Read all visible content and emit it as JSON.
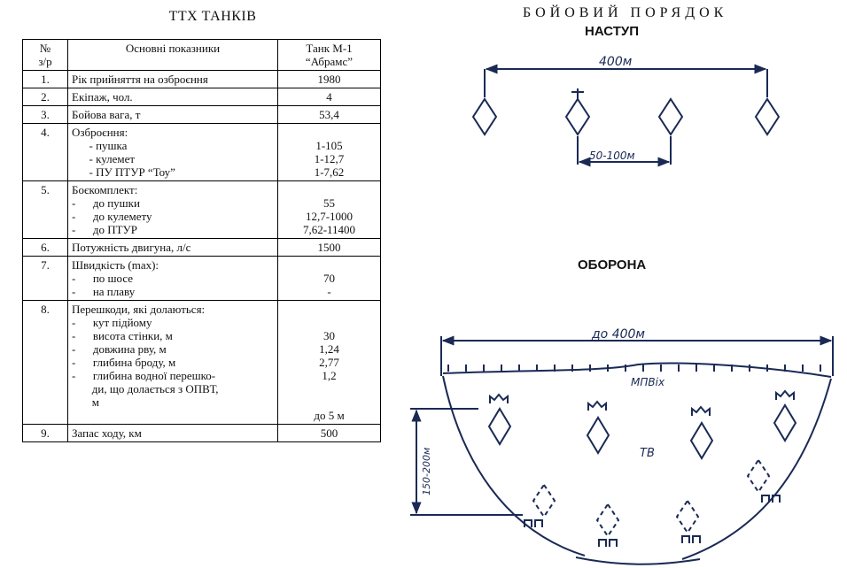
{
  "table_title": "ТТХ ТАНКІВ",
  "table": {
    "header": {
      "num": [
        "№",
        "з/р"
      ],
      "param": "Основні показники",
      "value": [
        "Танк М-1",
        "“Абрамс”"
      ]
    },
    "rows": [
      {
        "num": "1.",
        "params": [
          "Рік прийняття на озброєння"
        ],
        "values": [
          "1980"
        ]
      },
      {
        "num": "2.",
        "params": [
          "Екіпаж, чол."
        ],
        "values": [
          "4"
        ]
      },
      {
        "num": "3.",
        "params": [
          "Бойова вага, т"
        ],
        "values": [
          "53,4"
        ]
      },
      {
        "num": "4.",
        "params": [
          "Озброєння:",
          "      - пушка",
          "      - кулемет",
          "      - ПУ ПТУР “Тоу”"
        ],
        "values": [
          "",
          "1-105",
          "1-12,7",
          "1-7,62"
        ]
      },
      {
        "num": "5.",
        "params": [
          "Боєкомплект:",
          "-      до пушки",
          "-      до кулемету",
          "-      до ПТУР"
        ],
        "values": [
          "",
          "55",
          "12,7-1000",
          "7,62-11400"
        ]
      },
      {
        "num": "6.",
        "params": [
          "Потужність двигуна, л/с"
        ],
        "values": [
          "1500"
        ]
      },
      {
        "num": "7.",
        "params": [
          "Швидкість (max):",
          "-      по шосе",
          "-      на плаву"
        ],
        "values": [
          "",
          "70",
          "-"
        ]
      },
      {
        "num": "8.",
        "params": [
          "Перешкоди, які долаються:",
          "-      кут підйому",
          "-      висота стінки, м",
          "-      довжина рву, м",
          "-      глибина броду, м",
          "-      глибина водної перешко-",
          "       ди, що долається з ОПВТ,",
          "       м",
          ""
        ],
        "values": [
          "",
          "",
          "30",
          "1,24",
          "2,77",
          "1,2",
          "",
          "",
          "до 5 м"
        ]
      },
      {
        "num": "9.",
        "params": [
          "Запас ходу, км"
        ],
        "values": [
          "500"
        ]
      }
    ]
  },
  "right_title": "БОЙОВИЙ ПОРЯДОК",
  "attack": {
    "title": "НАСТУП",
    "width_label": "400м",
    "interval_label": "50-100м"
  },
  "defense": {
    "title": "ОБОРОНА",
    "width_label": "до 400м",
    "line_label": "МПВіх",
    "zone_label": "ТВ",
    "depth_label": "150-200м"
  },
  "colors": {
    "ink": "#1a2a55",
    "text": "#111111"
  }
}
